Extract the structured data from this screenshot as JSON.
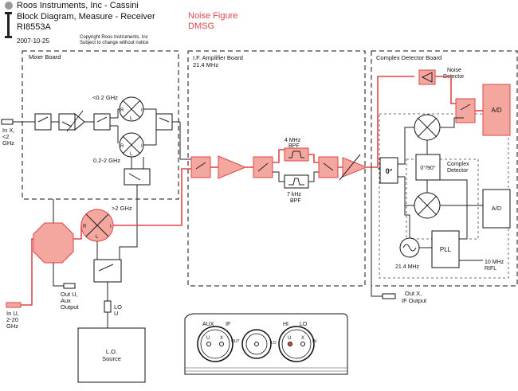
{
  "header": {
    "company": "Roos Instruments, Inc - Cassini",
    "title": "Block Diagram, Measure - Receiver",
    "part_number": "RI8553A",
    "date": "2007-10-25",
    "copyright_line1": "Copyright Roos Instruments, Inc",
    "copyright_line2": "Subject to change without notice",
    "highlight_line1": "Noise Figure",
    "highlight_line2": "DMSG"
  },
  "sections": {
    "mixer_board": "Mixer Board",
    "if_board": "I.F. Amplifier Board",
    "if_freq": "21.4 MHz",
    "complex_detector_board": "Complex Detector Board",
    "complex_detector": "Complex",
    "complex_detector2": "Detector"
  },
  "labels": {
    "in_x": "In X,",
    "in_x2": "<2",
    "in_x3": "GHz",
    "lt02": "<0.2 GHz",
    "band_02_2": "0.2-2 GHz",
    "gt2": ">2 GHz",
    "bpf4": "4 MHz",
    "bpf4b": "BPF",
    "bpf7": "7 kHz",
    "bpf7b": "BPF",
    "noise_detector": "Noise",
    "noise_detector2": "Detector",
    "ad_top": "A/D",
    "ad_bottom": "A/D",
    "zero_deg": "0°",
    "quad": "0°/90°",
    "osc_freq": "21.4 MHz",
    "pll": "PLL",
    "ref_in": "10 MHz",
    "ref_in2": "RIFL",
    "out_x": "Out X,",
    "out_x2": "IF Output",
    "out_u": "Out U,",
    "out_u2": "Aux",
    "out_u3": "Output",
    "in_u": "In U,",
    "in_u2": "2-20",
    "in_u3": "GHz",
    "lo_u": "LO",
    "lo_u2": "U",
    "lo_source": "L.O.",
    "lo_source2": "Source",
    "mixer_r": "R",
    "mixer_i": "I",
    "mixer_l": "L"
  },
  "panel": {
    "aux_label": "AUX",
    "if_label": "IF",
    "hi_label": "HI",
    "lo_label": "LO",
    "u": "U",
    "x": "X",
    "out": "OUT",
    "in": "IN",
    "lo_side": "LO"
  }
}
